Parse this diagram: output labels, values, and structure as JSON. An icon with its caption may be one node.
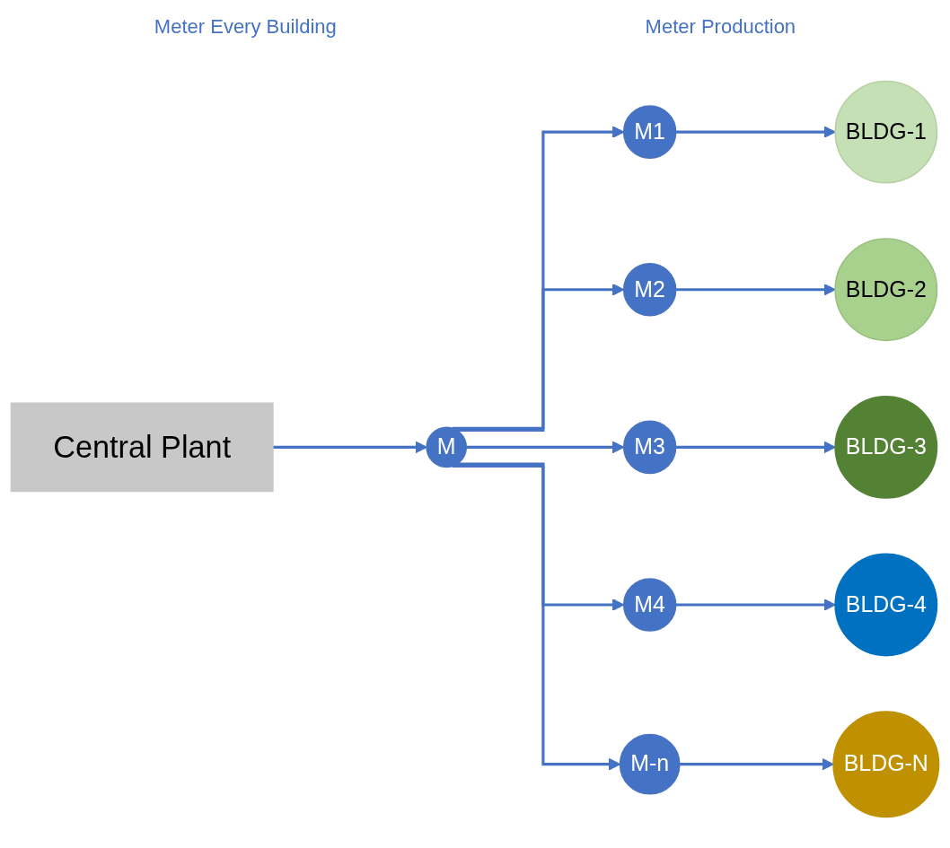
{
  "diagram": {
    "nodes": [
      {
        "text": [
          "Central Plant"
        ]
      },
      {
        "text": [
          "M"
        ]
      },
      {
        "text": [
          "M1"
        ]
      },
      {
        "text": [
          "BLDG-1"
        ]
      },
      {
        "text": [
          "M2"
        ]
      },
      {
        "text": [
          "BLDG-2"
        ]
      },
      {
        "text": [
          "M3"
        ]
      },
      {
        "text": [
          "BLDG-3"
        ]
      },
      {
        "text": [
          "M4"
        ]
      },
      {
        "text": [
          "BLDG-4"
        ]
      },
      {
        "text": [
          "M-n"
        ]
      },
      {
        "text": [
          "BLDG-N"
        ]
      }
    ],
    "edges": [
      {
        "from": 0,
        "to": 1,
        "arrow": "to"
      },
      {
        "from": 1,
        "to": 2,
        "arrow": "to"
      },
      {
        "from": 1,
        "to": 4,
        "arrow": "to"
      },
      {
        "from": 1,
        "to": 6,
        "arrow": "to"
      },
      {
        "from": 1,
        "to": 8,
        "arrow": "to"
      },
      {
        "from": 1,
        "to": 10,
        "arrow": "to"
      },
      {
        "from": 2,
        "to": 3,
        "arrow": "to"
      },
      {
        "from": 4,
        "to": 5,
        "arrow": "to"
      },
      {
        "from": 6,
        "to": 7,
        "arrow": "to"
      },
      {
        "from": 8,
        "to": 9,
        "arrow": "to"
      },
      {
        "from": 10,
        "to": 11,
        "arrow": "to"
      }
    ],
    "labels": [
      "Meter Every Building",
      "Meter Production"
    ]
  }
}
